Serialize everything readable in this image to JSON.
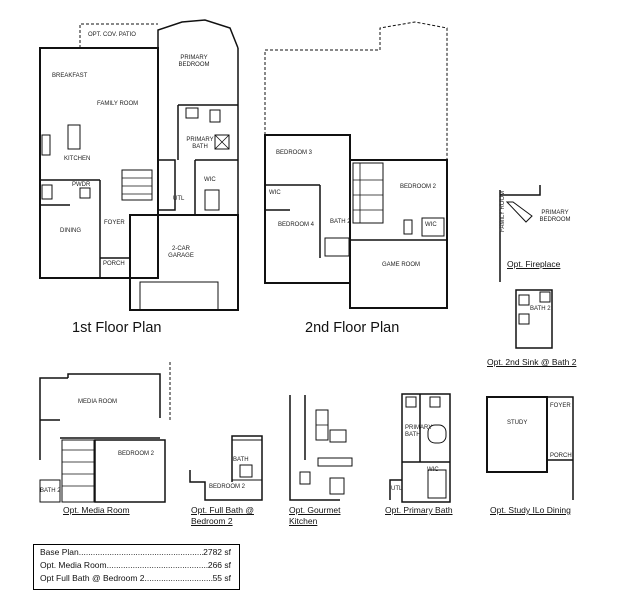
{
  "plan_titles": {
    "first_floor": "1st Floor Plan",
    "second_floor": "2nd Floor Plan"
  },
  "first_floor_rooms": {
    "patio": "OPT. COV. PATIO",
    "breakfast": "BREAKFAST",
    "family_room": "FAMILY ROOM",
    "kitchen": "KITCHEN",
    "primary_bedroom": "PRIMARY BEDROOM",
    "primary_bath": "PRIMARY BATH",
    "wic": "WIC",
    "pwdr": "PWDR",
    "utl": "UTL",
    "dining": "DINING",
    "foyer": "FOYER",
    "porch": "PORCH",
    "garage": "2-CAR GARAGE"
  },
  "second_floor_rooms": {
    "bedroom3": "BEDROOM 3",
    "bedroom2": "BEDROOM 2",
    "bedroom4": "BEDROOM 4",
    "wic_a": "WIC",
    "wic_b": "WIC",
    "bath2": "BATH 2",
    "game_room": "GAME ROOM"
  },
  "options": {
    "fireplace": {
      "caption": "Opt. Fireplace",
      "room_a": "FAMILY ROOM",
      "room_b": "PRIMARY BEDROOM"
    },
    "second_sink": {
      "caption": "Opt. 2nd Sink @ Bath 2",
      "room": "BATH 2"
    },
    "media_room": {
      "caption": "Opt. Media Room",
      "room_a": "MEDIA ROOM",
      "room_b": "BEDROOM 2",
      "room_c": "BATH 2"
    },
    "full_bath": {
      "caption": "Opt. Full Bath @ Bedroom 2",
      "room_a": "BEDROOM 2",
      "room_b": "BATH"
    },
    "gourmet": {
      "caption": "Opt. Gourmet Kitchen"
    },
    "primary_bath": {
      "caption": "Opt. Primary Bath",
      "room_a": "PRIMARY BATH",
      "room_b": "WIC",
      "room_c": "UTL"
    },
    "study": {
      "caption": "Opt. Study ILo Dining",
      "room_a": "STUDY",
      "room_b": "FOYER",
      "room_c": "PORCH"
    }
  },
  "area_table": [
    {
      "name": "Base Plan",
      "value": "2782 sf"
    },
    {
      "name": "Opt. Media Room",
      "value": "266 sf"
    },
    {
      "name": "Opt Full Bath @ Bedroom 2",
      "value": "55 sf"
    }
  ]
}
